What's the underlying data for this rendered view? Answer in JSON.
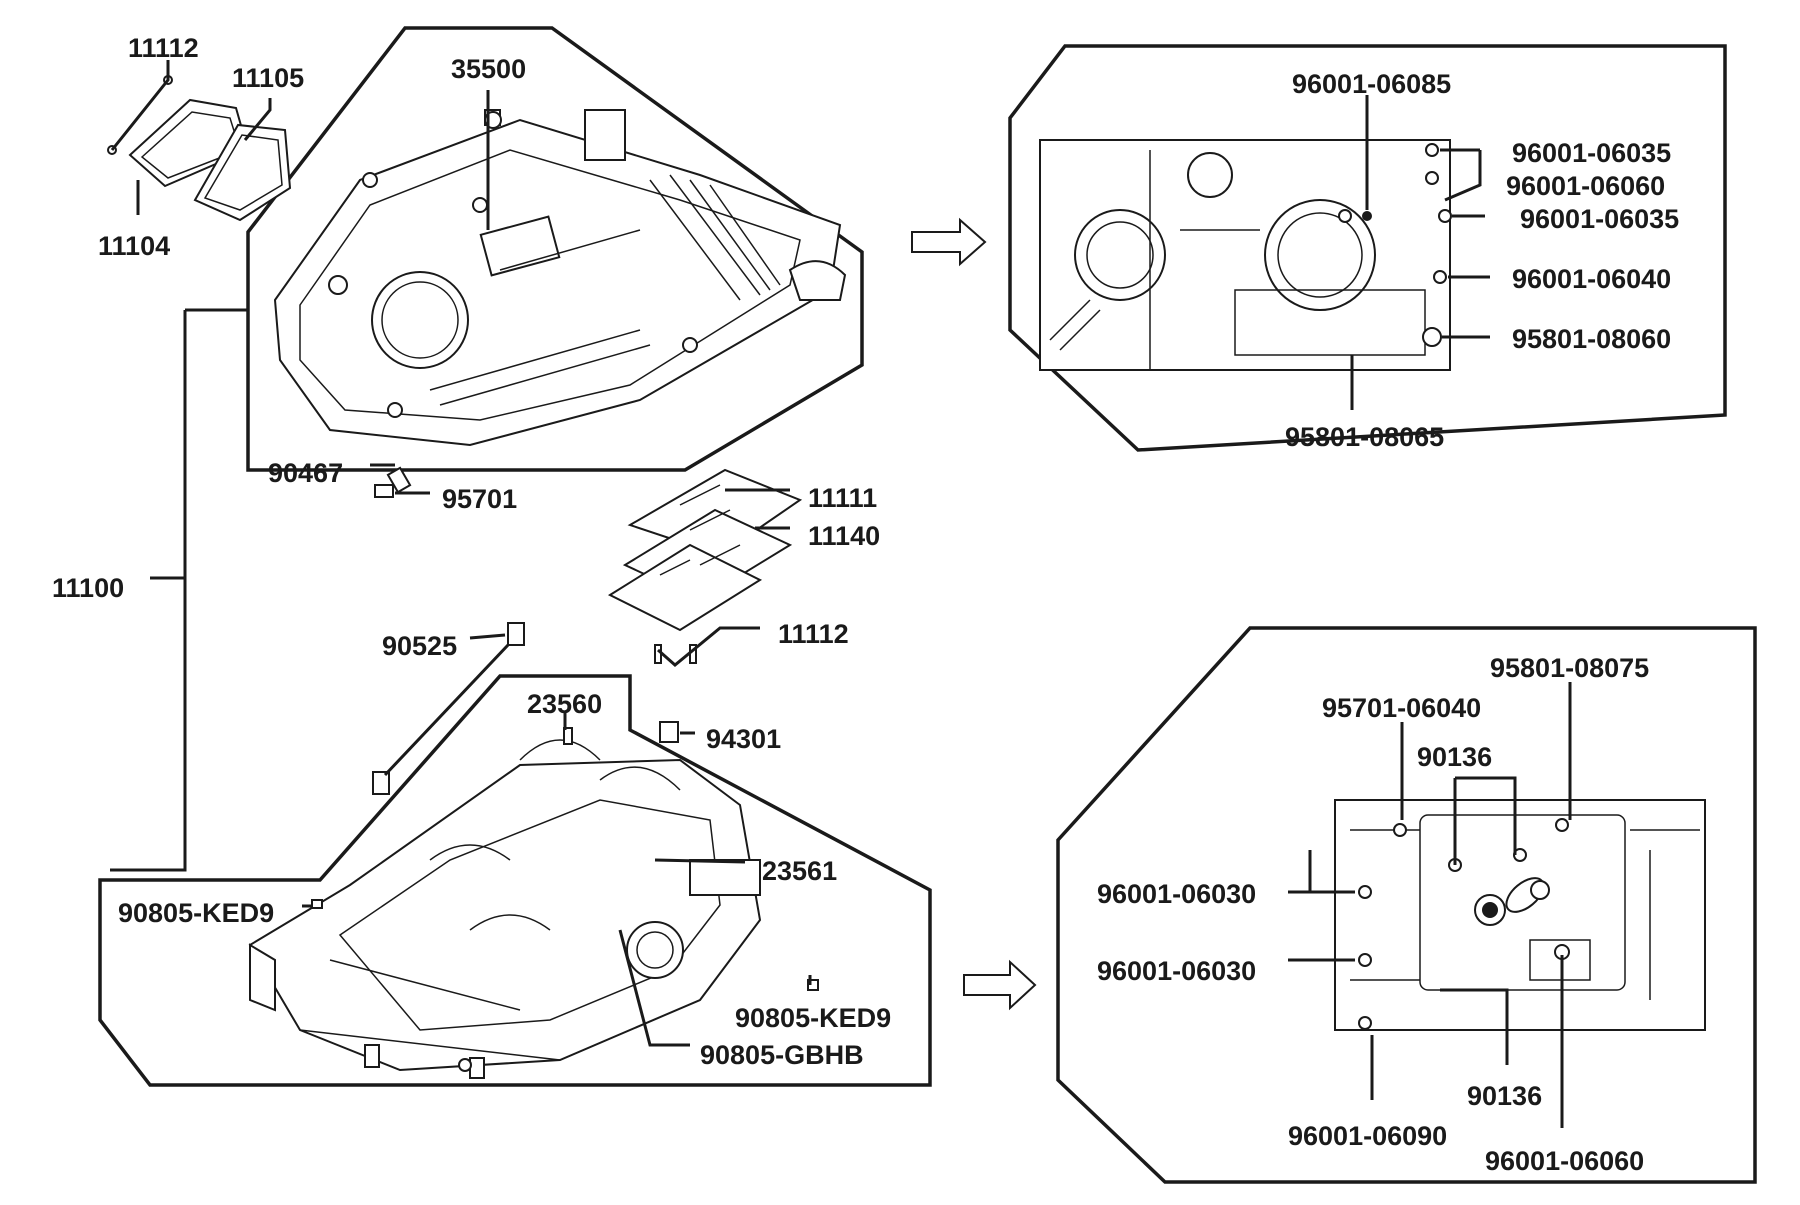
{
  "diagram": {
    "labels": {
      "p11112_top": "11112",
      "p11105": "11105",
      "p11104": "11104",
      "p35500": "35500",
      "p11100": "11100",
      "p90467": "90467",
      "p95701": "95701",
      "p11111": "11111",
      "p11140": "11140",
      "p11112_mid": "11112",
      "p90525": "90525",
      "p23560": "23560",
      "p94301": "94301",
      "p23561": "23561",
      "p90805_ked9_a": "90805-KED9",
      "p90805_ked9_b": "90805-KED9",
      "p90805_gbhb": "90805-GBHB",
      "tr_96001_06085": "96001-06085",
      "tr_96001_06035_a": "96001-06035",
      "tr_96001_06060": "96001-06060",
      "tr_96001_06035_b": "96001-06035",
      "tr_96001_06040": "96001-06040",
      "tr_95801_08060": "95801-08060",
      "tr_95801_08065": "95801-08065",
      "br_95801_08075": "95801-08075",
      "br_95701_06040": "95701-06040",
      "br_90136_top": "90136",
      "br_96001_06030_a": "96001-06030",
      "br_96001_06030_b": "96001-06030",
      "br_90136_bottom": "90136",
      "br_96001_06090": "96001-06090",
      "br_96001_06060": "96001-06060"
    }
  }
}
